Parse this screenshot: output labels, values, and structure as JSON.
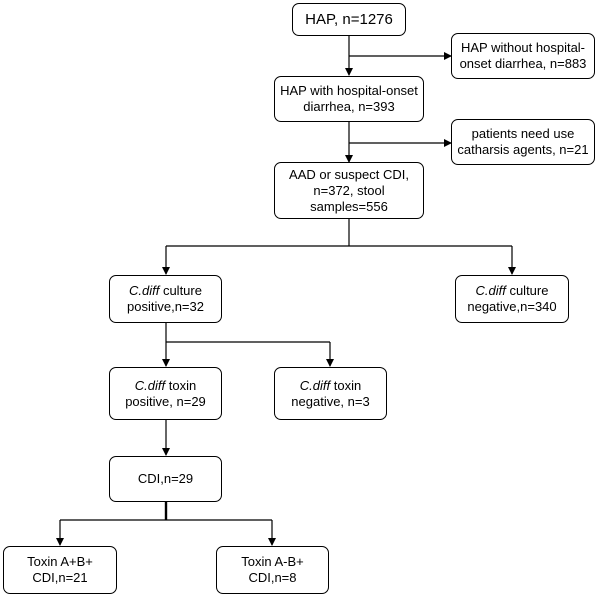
{
  "nodes": {
    "hap": {
      "lines": [
        "HAP, n=1276"
      ]
    },
    "hap_without": {
      "lines": [
        "HAP without hospital-",
        "onset diarrhea, n=883"
      ]
    },
    "hap_with": {
      "lines": [
        "HAP with hospital-onset",
        "diarrhea, n=393"
      ]
    },
    "catharsis": {
      "lines": [
        "patients need use",
        "catharsis agents, n=21"
      ]
    },
    "aad": {
      "lines": [
        "AAD or suspect CDI,",
        "n=372, stool",
        "samples=556"
      ]
    },
    "culture_pos": {
      "italic": "C.diff",
      "lines": [
        " culture",
        "positive,n=32"
      ]
    },
    "culture_neg": {
      "italic": "C.diff",
      "lines": [
        " culture",
        "negative,n=340"
      ]
    },
    "toxin_pos": {
      "italic": "C.diff",
      "lines": [
        " toxin",
        "positive, n=29"
      ]
    },
    "toxin_neg": {
      "italic": "C.diff",
      "lines": [
        " toxin",
        "negative, n=3"
      ]
    },
    "cdi": {
      "lines": [
        "CDI,n=29"
      ]
    },
    "toxin_ab": {
      "lines": [
        "Toxin A+B+",
        "CDI,n=21"
      ]
    },
    "toxin_b": {
      "lines": [
        "Toxin A-B+",
        "CDI,n=8"
      ]
    }
  }
}
